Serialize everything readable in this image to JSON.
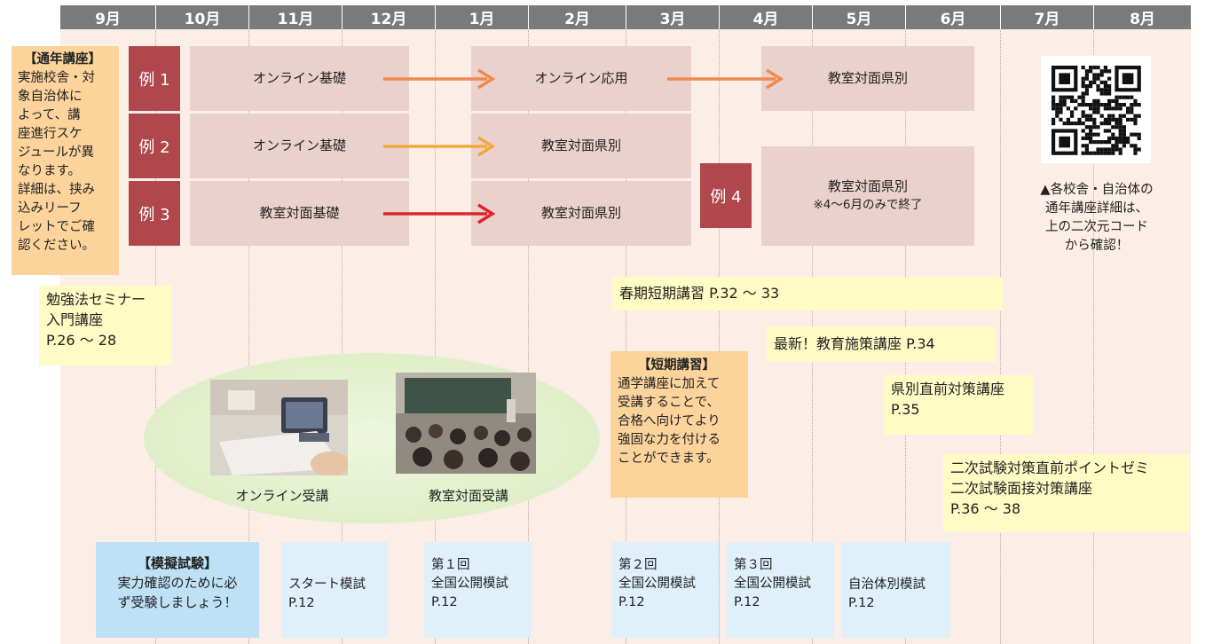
{
  "months": [
    "9月",
    "10月",
    "11月",
    "12月",
    "1月",
    "2月",
    "3月",
    "4月",
    "5月",
    "6月",
    "7月",
    "8月"
  ],
  "regular": {
    "heading": "【通年講座】",
    "lines": [
      "実施校舎・対",
      "象自治体に",
      "よって、講",
      "座進行スケ",
      "ジュールが異",
      "なります。",
      "詳細は、挟み",
      "込みリーフ",
      "レットでご確",
      "認ください。"
    ]
  },
  "examples": {
    "ex1": {
      "tag": "例 1",
      "bars": [
        "オンライン基礎",
        "オンライン応用",
        "教室対面県別"
      ]
    },
    "ex2": {
      "tag": "例 2",
      "bars": [
        "オンライン基礎",
        "教室対面県別"
      ]
    },
    "ex3": {
      "tag": "例 3",
      "bars": [
        "教室対面基礎",
        "教室対面県別"
      ]
    },
    "ex4": {
      "tag": "例 4",
      "title": "教室対面県別",
      "note": "※4〜6月のみで終了"
    }
  },
  "arrow_colors": {
    "ex1": "#ee8a4f",
    "ex2": "#f2a93b",
    "ex3": "#d8262c"
  },
  "qr_caption": [
    "▲各校舎・自治体の",
    "通年講座詳細は、",
    "上の二次元コード",
    "から確認！"
  ],
  "seminar": [
    "勉強法セミナー",
    "入門講座",
    "P.26 〜 28"
  ],
  "spring": "春期短期講習 P.32 〜 33",
  "newest": "最新！教育施策講座 P.34",
  "prefectural": [
    "県別直前対策講座",
    "P.35"
  ],
  "second": [
    "二次試験対策直前ポイントゼミ",
    "二次試験面接対策講座",
    "P.36 〜 38"
  ],
  "short": {
    "heading": "【短期講習】",
    "lines": [
      "通学講座に加えて",
      "受講することで、",
      "合格へ向けてより",
      "強固な力を付ける",
      "ことができます。"
    ]
  },
  "photos": {
    "online": "オンライン受講",
    "classroom": "教室対面受講"
  },
  "mock": {
    "heading": "【模擬試験】",
    "lines": [
      "実力確認のために必",
      "ず受験しましょう！"
    ]
  },
  "exams": [
    {
      "lines": [
        "スタート模試",
        "P.12"
      ]
    },
    {
      "lines": [
        "第１回",
        "全国公開模試",
        "P.12"
      ]
    },
    {
      "lines": [
        "第２回",
        "全国公開模試",
        "P.12"
      ]
    },
    {
      "lines": [
        "第３回",
        "全国公開模試",
        "P.12"
      ]
    },
    {
      "lines": [
        "自治体別模試",
        "P.12"
      ]
    }
  ]
}
